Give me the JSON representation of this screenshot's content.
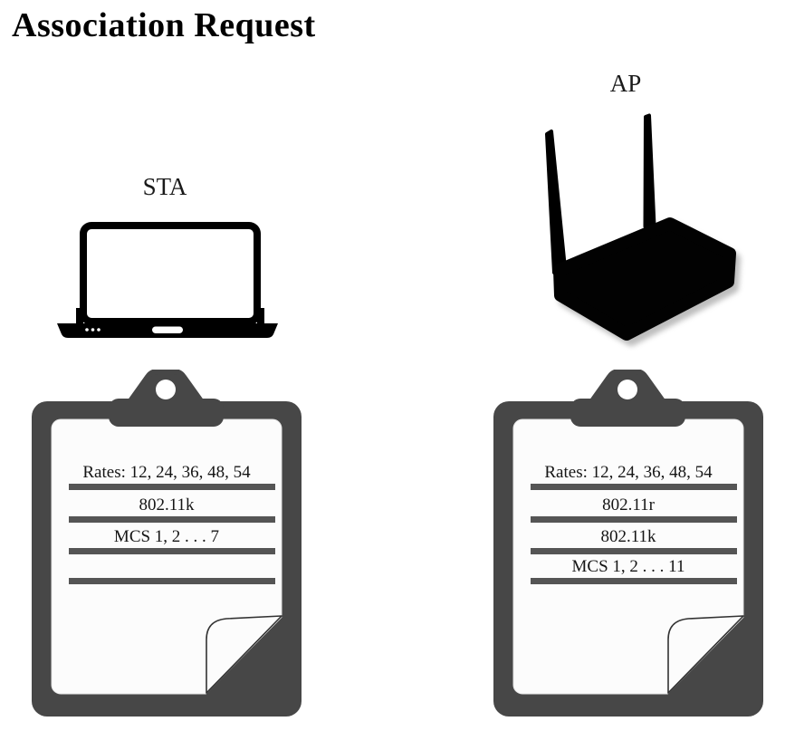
{
  "title": "Association Request",
  "devices": {
    "sta": {
      "label": "STA"
    },
    "ap": {
      "label": "AP"
    }
  },
  "clipboards": [
    {
      "device": "STA",
      "rows": [
        "Rates: 12, 24, 36, 48, 54",
        "802.11k",
        "MCS 1, 2 . . . 7",
        ""
      ]
    },
    {
      "device": "AP",
      "rows": [
        "Rates: 12, 24, 36, 48, 54",
        "802.11r",
        "802.11k",
        "MCS 1, 2 . . . 11"
      ]
    }
  ],
  "icons": {
    "sta": "laptop-icon",
    "ap": "wireless-router-icon",
    "list": "clipboard-icon"
  },
  "colors": {
    "clipboard_frame": "#474747",
    "rule_line": "#555555",
    "paper": "#fcfcfc",
    "device_silhouette": "#000000",
    "ink": "#151515",
    "background": "#ffffff"
  }
}
